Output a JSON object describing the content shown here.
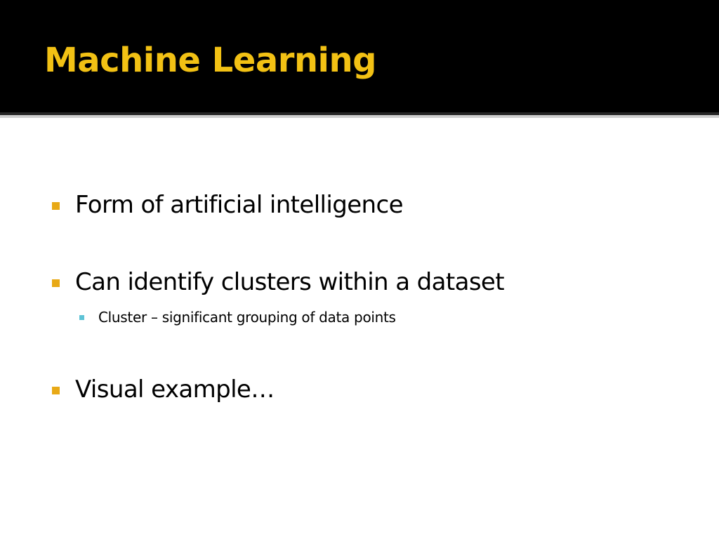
{
  "slide": {
    "title": "Machine Learning",
    "colors": {
      "title_bar": "#000000",
      "title_text": "#f2c114",
      "bullet_level1": "#e8a916",
      "bullet_level2": "#5ec3d6",
      "body_text": "#000000"
    },
    "bullets": [
      {
        "level": 1,
        "text": "Form of artificial intelligence"
      },
      {
        "level": 1,
        "text": "Can identify clusters within a dataset"
      },
      {
        "level": 2,
        "text": "Cluster – significant grouping of data points"
      },
      {
        "level": 1,
        "text": "Visual example…"
      }
    ]
  }
}
